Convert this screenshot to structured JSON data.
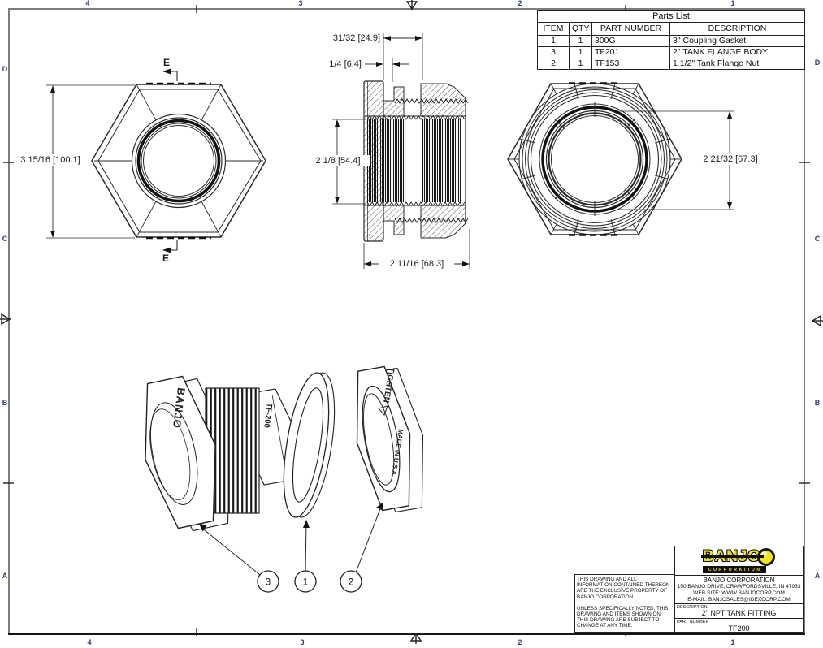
{
  "zones": {
    "columns": [
      "4",
      "3",
      "2",
      "1"
    ],
    "rows": [
      "D",
      "C",
      "B",
      "A"
    ]
  },
  "parts_list": {
    "title": "Parts List",
    "columns": [
      "ITEM",
      "QTY",
      "PART NUMBER",
      "DESCRIPTION"
    ],
    "rows": [
      {
        "item": "1",
        "qty": "1",
        "part_number": "300G",
        "description": "3\" Coupling Gasket"
      },
      {
        "item": "3",
        "qty": "1",
        "part_number": "TF201",
        "description": "2\" TANK FLANGE BODY"
      },
      {
        "item": "2",
        "qty": "1",
        "part_number": "TF153",
        "description": "1 1/2\" Tank Flange Nut"
      }
    ]
  },
  "dimensions": {
    "front_height": "3 15/16 [100.1]",
    "section_top": "31/32 [24.9]",
    "section_small": "1/4 [6.4]",
    "section_inner": "2 1/8 [54.4]",
    "section_width": "2 11/16 [68.3]",
    "rear_diameter": "2 21/32 [67.3]",
    "section_label": "E"
  },
  "exploded": {
    "balloons": [
      "3",
      "1",
      "2"
    ],
    "body_label_1": "BANJO",
    "body_label_2": "TF-200",
    "nut_label_1": "TIGHTEN",
    "nut_label_2": "MADE IN U.S.A."
  },
  "title_block": {
    "logo_text": "BANJO",
    "logo_subtext": "CORPORATION",
    "company": "BANJO CORPORATION",
    "address": "150 BANJO DRIVE, CRAWFORDSVILLE, IN 47933",
    "website": "WEB SITE: WWW.BANJOCORP.COM",
    "email": "E-MAIL: BANJOSALES@IDEXCORP.COM",
    "description_label": "DESCRIPTION",
    "description": "2\" NPT TANK FITTING",
    "part_number_label": "PART NUMBER",
    "part_number": "TF200",
    "disclaimer_1": "THIS DRAWING AND ALL INFORMATION CONTAINED THEREON ARE THE EXCLUSIVE PROPERTY OF BANJO CORPORATION.",
    "disclaimer_2": "UNLESS SPECIFICALLY NOTED, THIS DRAWING AND ITEMS SHOWN ON THIS DRAWING ARE SUBJECT TO CHANGE AT ANY TIME."
  },
  "colors": {
    "line": "#2b2b2b",
    "border_gray": "#7d7d7d",
    "border_black": "#161616",
    "zone_text": "#32406e",
    "logo_yellow": "#f2e41c",
    "background": "#ffffff"
  }
}
